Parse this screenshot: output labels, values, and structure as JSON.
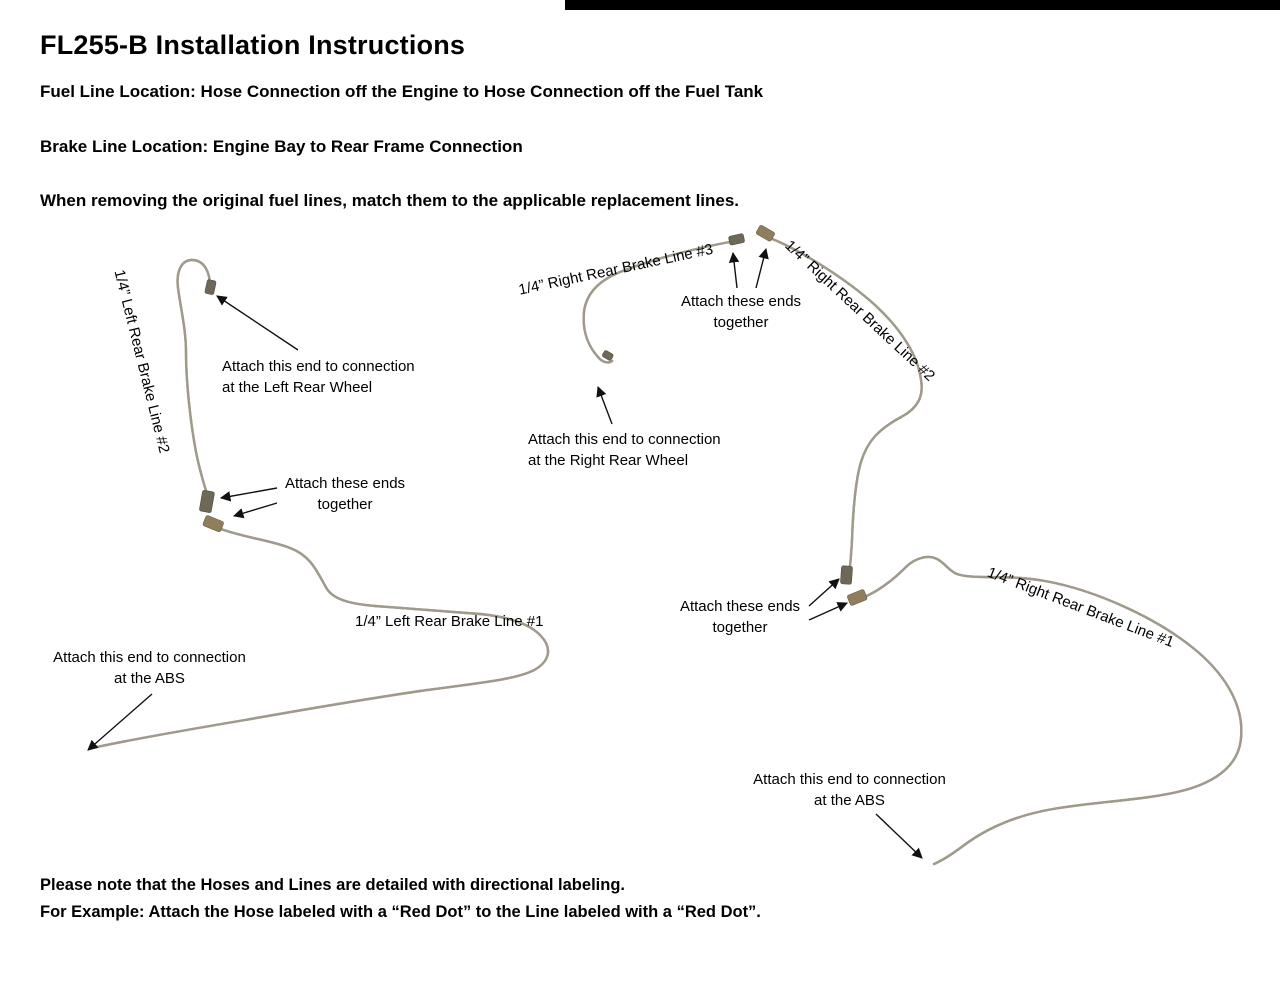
{
  "page": {
    "background": "#ffffff",
    "top_bar_color": "#000000"
  },
  "header": {
    "title": "FL255-B  Installation Instructions",
    "fuel_line_location": "Fuel Line Location: Hose Connection off the Engine to Hose Connection off the Fuel Tank",
    "brake_line_location": "Brake Line Location: Engine Bay to Rear Frame Connection",
    "removal_note": "When removing the original fuel lines, match them to the applicable replacement lines."
  },
  "diagram": {
    "line_color": "#a09a8c",
    "fitting_colors": {
      "dark": "#6e6858",
      "brass": "#8f7e5e"
    },
    "labels": {
      "left_line_2": "1/4” Left Rear Brake Line #2",
      "left_line_1": "1/4” Left Rear Brake Line #1",
      "right_line_3": "1/4” Right Rear Brake Line #3",
      "right_line_2": "1/4” Right Rear Brake Line #2",
      "right_line_1": "1/4” Right Rear Brake Line #1",
      "attach_left_wheel": "Attach this end to connection\nat the Left Rear Wheel",
      "attach_right_wheel": "Attach this end to connection\nat the Right Rear Wheel",
      "attach_ends_left": "Attach these ends\ntogether",
      "attach_ends_top": "Attach these ends\ntogether",
      "attach_ends_right": "Attach these ends\ntogether",
      "attach_abs_left": "Attach this end to connection\nat the ABS",
      "attach_abs_right": "Attach this end to connection\nat the ABS"
    }
  },
  "footer": {
    "note_line1": "Please note that the Hoses and Lines are detailed with directional labeling.",
    "note_line2": "For Example: Attach the Hose labeled with a “Red Dot” to the Line labeled with a “Red Dot”."
  }
}
